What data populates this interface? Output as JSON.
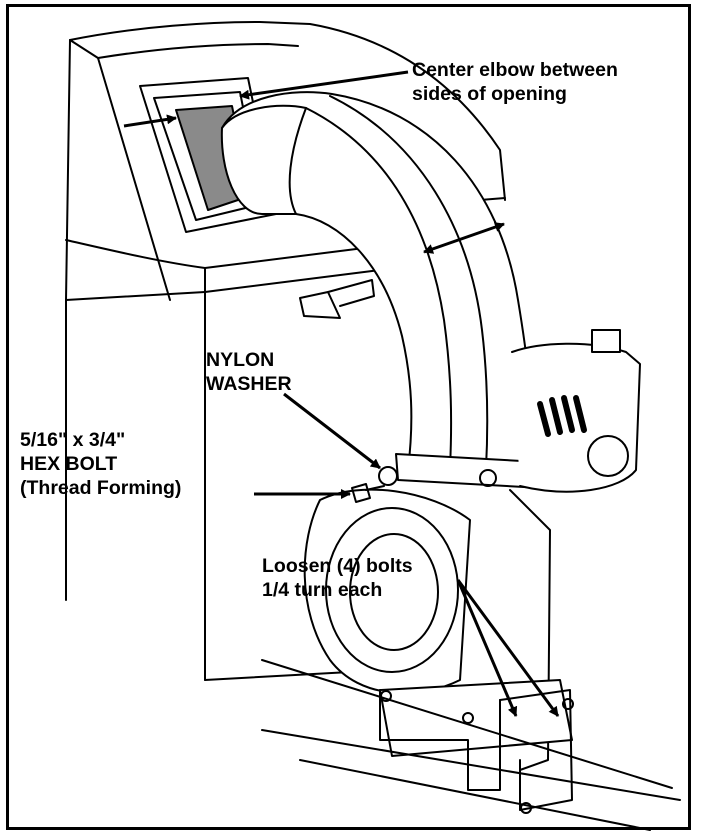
{
  "labels": {
    "center_elbow": "Center elbow between\nsides of opening",
    "nylon_washer": "NYLON\nWASHER",
    "hex_bolt": "5/16\" x 3/4\"\nHEX BOLT\n(Thread Forming)",
    "loosen_bolts": "Loosen (4) bolts\n1/4 turn each"
  },
  "colors": {
    "line": "#000000",
    "gasket": "#8a8a8a",
    "paper": "#ffffff"
  }
}
